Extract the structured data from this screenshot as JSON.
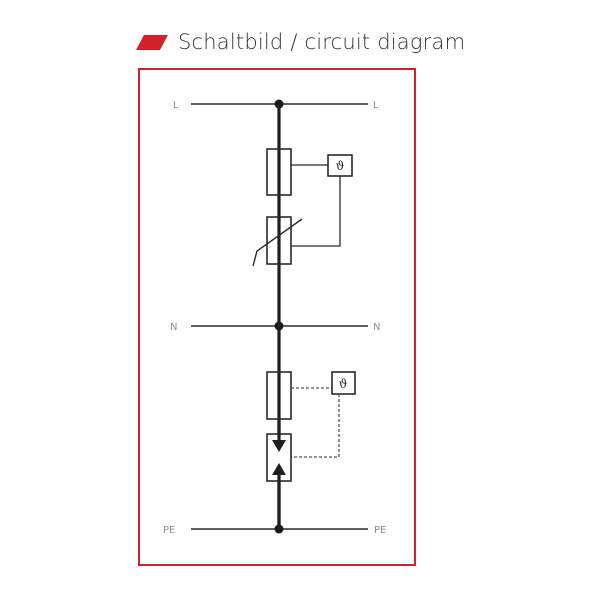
{
  "header": {
    "title": "Schaltbild / circuit diagram",
    "marker_color": "#d4202a"
  },
  "diagram": {
    "frame_color": "#d4202a",
    "line_color": "#2a2a2a",
    "labels": {
      "l_left": "L",
      "l_right": "L",
      "n_left": "N",
      "n_right": "N",
      "pe_left": "PE",
      "pe_right": "PE"
    },
    "thermal_symbol_top": "ϑ",
    "thermal_symbol_bottom": "ϑ",
    "components": [
      {
        "name": "fuse-top",
        "type": "thermal disconnector"
      },
      {
        "name": "varistor",
        "type": "varistor"
      },
      {
        "name": "fuse-bottom",
        "type": "thermal disconnector"
      },
      {
        "name": "spark-gap",
        "type": "gas discharge tube / spark gap"
      }
    ]
  }
}
